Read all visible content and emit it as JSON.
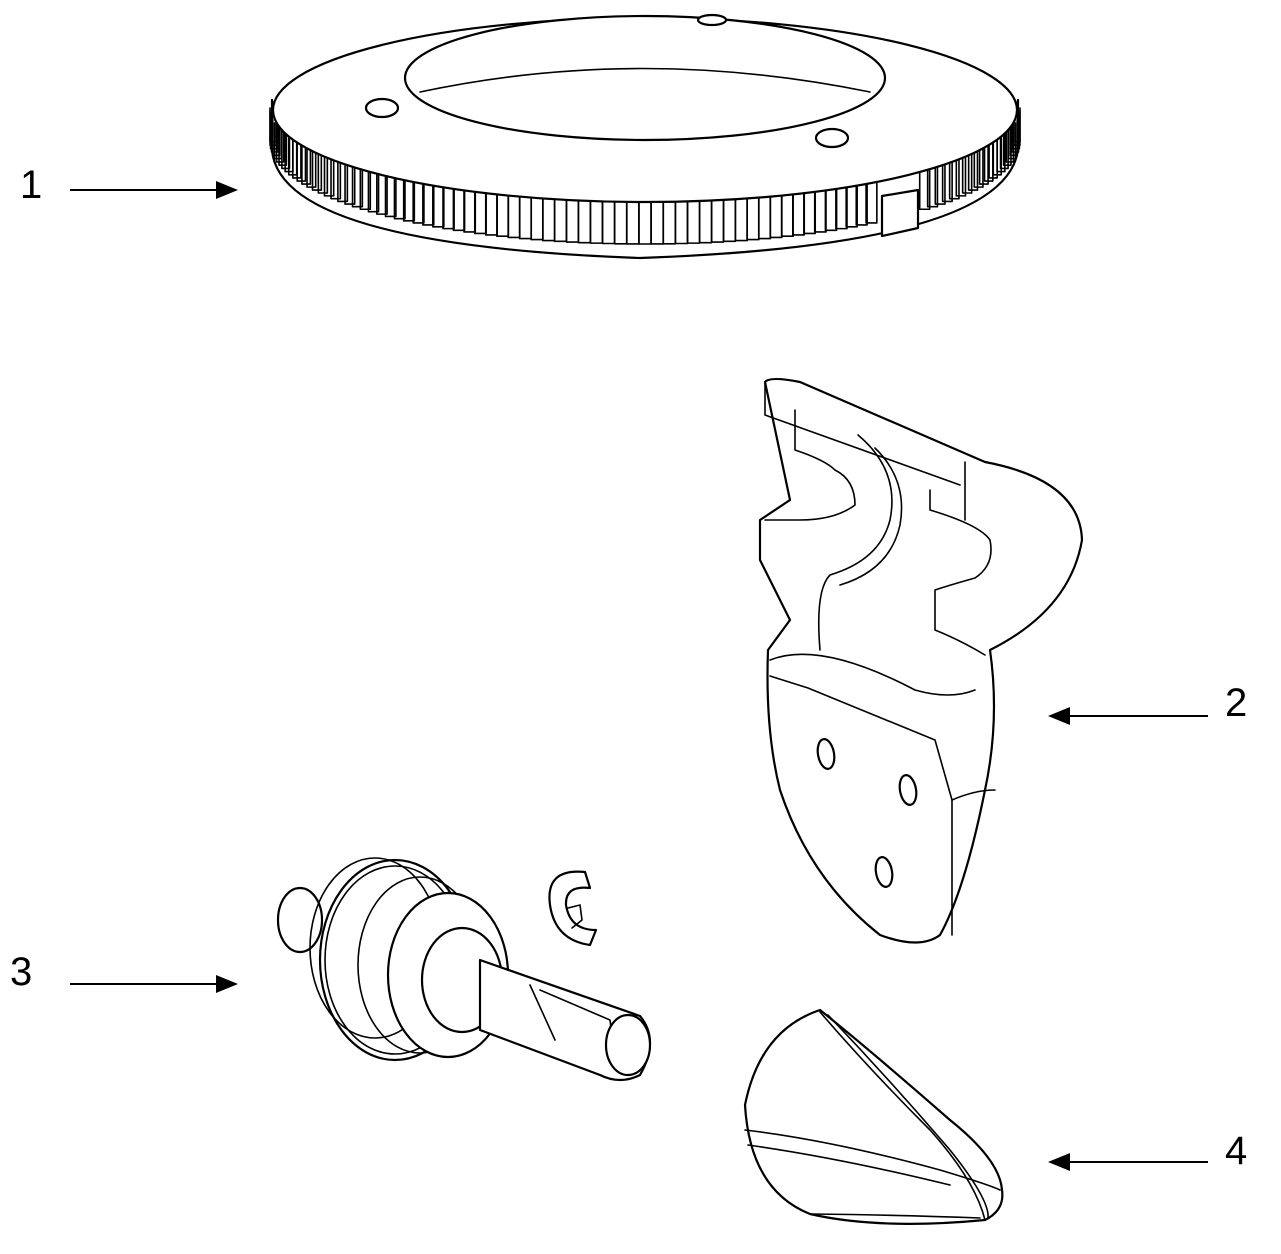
{
  "colors": {
    "line": "#000000",
    "background": "#ffffff"
  },
  "callouts": [
    {
      "label": "1",
      "part": "ring-gear"
    },
    {
      "label": "2",
      "part": "lever-bracket"
    },
    {
      "label": "3",
      "part": "pinion-shaft"
    },
    {
      "label": "4",
      "part": "knob"
    }
  ]
}
